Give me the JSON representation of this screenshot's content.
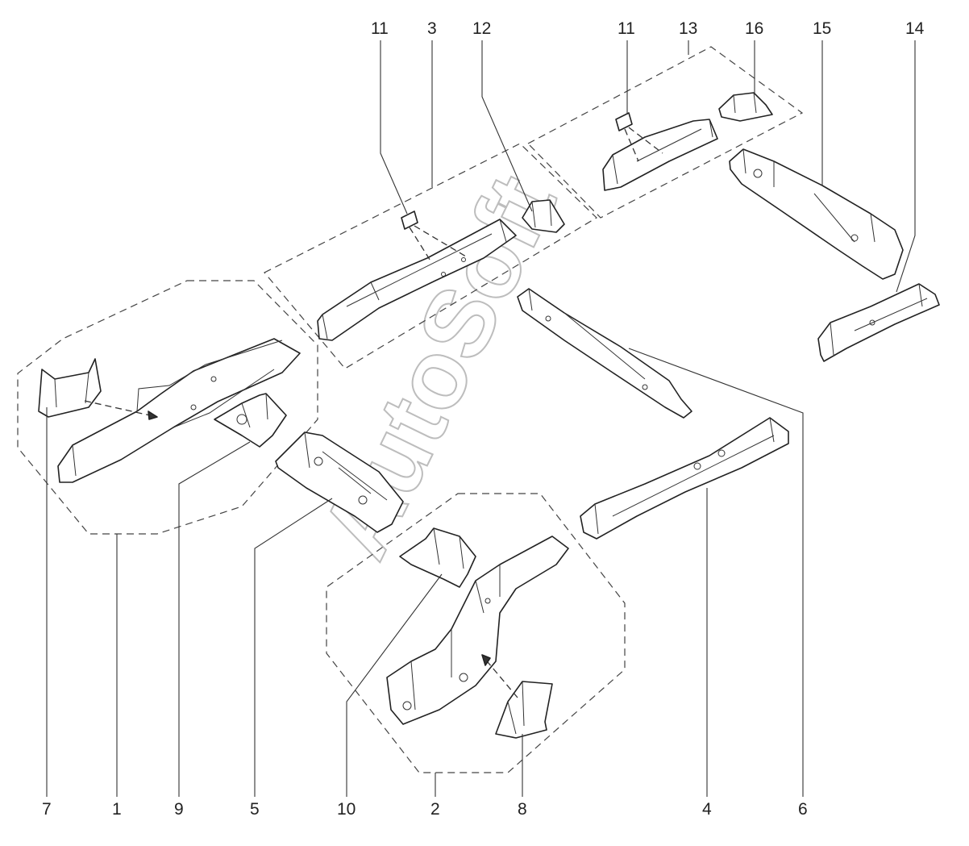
{
  "watermark": "AutoSoft",
  "callouts": {
    "c1": "1",
    "c2": "2",
    "c3": "3",
    "c4": "4",
    "c5": "5",
    "c6": "6",
    "c7": "7",
    "c8": "8",
    "c9": "9",
    "c10": "10",
    "c11a": "11",
    "c11b": "11",
    "c12": "12",
    "c13": "13",
    "c14": "14",
    "c15": "15",
    "c16": "16"
  }
}
